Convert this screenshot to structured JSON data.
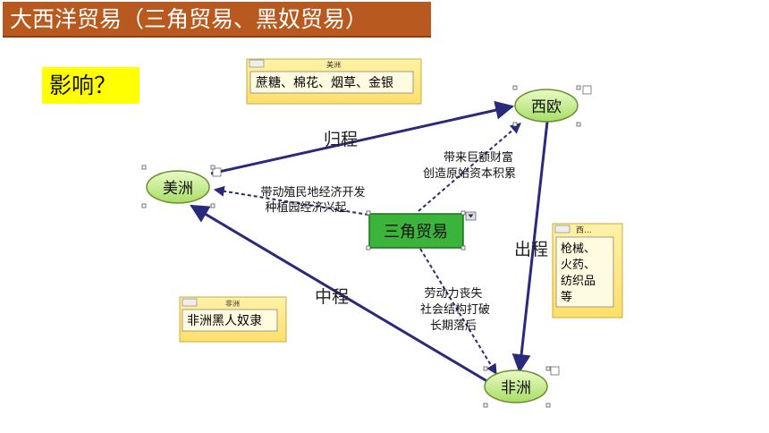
{
  "slide": {
    "title": "大西洋贸易（三角贸易、黑奴贸易）",
    "question": "影响？"
  },
  "diagram": {
    "nodes": {
      "americas": "美洲",
      "europe": "西欧",
      "africa": "非洲",
      "center": "三角贸易"
    },
    "edges": {
      "return_leg": "归程",
      "outward_leg": "出程",
      "middle_passage": "中程"
    },
    "effects": {
      "europe": [
        "带来巨额财富",
        "创造原始资本积累"
      ],
      "americas": [
        "带动殖民地经济开发",
        "种植园经济兴起"
      ],
      "africa": [
        "劳动力丧失",
        "社会结构打破",
        "长期落后"
      ]
    },
    "notes": {
      "americas": {
        "header": "美洲",
        "body": "蔗糖、棉花、烟草、金银"
      },
      "europe": {
        "header": "西...",
        "lines": [
          "枪械、",
          "火药、",
          "纺织品",
          "等"
        ]
      },
      "africa": {
        "header": "非洲",
        "body": "非洲黑人奴隶"
      }
    },
    "colors": {
      "title_bg": "#b85a1f",
      "highlight": "#ffff00",
      "node_fill": "#c9ee8f",
      "center_fill": "#3cb43c",
      "note_fill": "#ffe680",
      "arrow": "#2a2a7a"
    }
  }
}
